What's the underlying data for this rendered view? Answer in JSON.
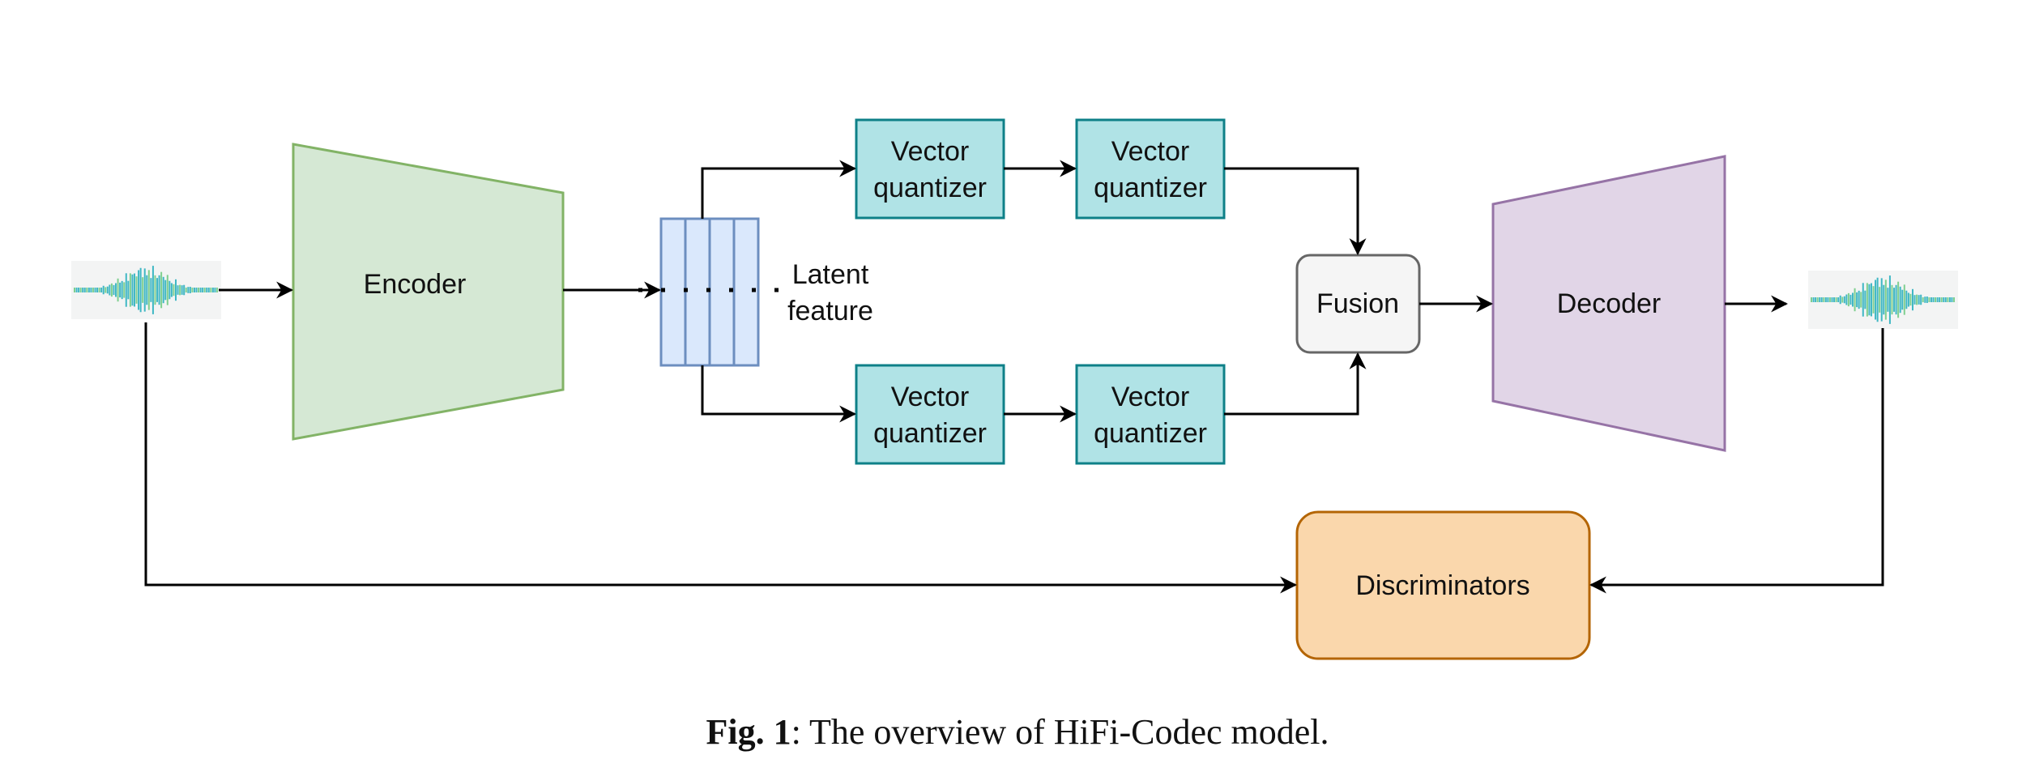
{
  "diagram": {
    "nodes": {
      "encoder": "Encoder",
      "latent_line1": "Latent",
      "latent_line2": "feature",
      "vq_line1": "Vector",
      "vq_line2": "quantizer",
      "fusion": "Fusion",
      "decoder": "Decoder",
      "discriminators": "Discriminators"
    },
    "colors": {
      "encoder_fill": "#d5e8d4",
      "encoder_stroke": "#82b366",
      "latent_fill": "#dae8fc",
      "latent_stroke": "#6c8ebf",
      "vq_fill": "#b0e3e6",
      "vq_stroke": "#0e8088",
      "fusion_fill": "#f5f5f5",
      "fusion_stroke": "#666666",
      "decoder_fill": "#e1d5e7",
      "decoder_stroke": "#9673a6",
      "disc_fill": "#fad7ac",
      "disc_stroke": "#b46504",
      "wave_teal": "#3fb7c4",
      "wave_green": "#7fcf8f"
    }
  },
  "caption": {
    "label": "Fig. 1",
    "text": ": The overview of HiFi-Codec model."
  }
}
